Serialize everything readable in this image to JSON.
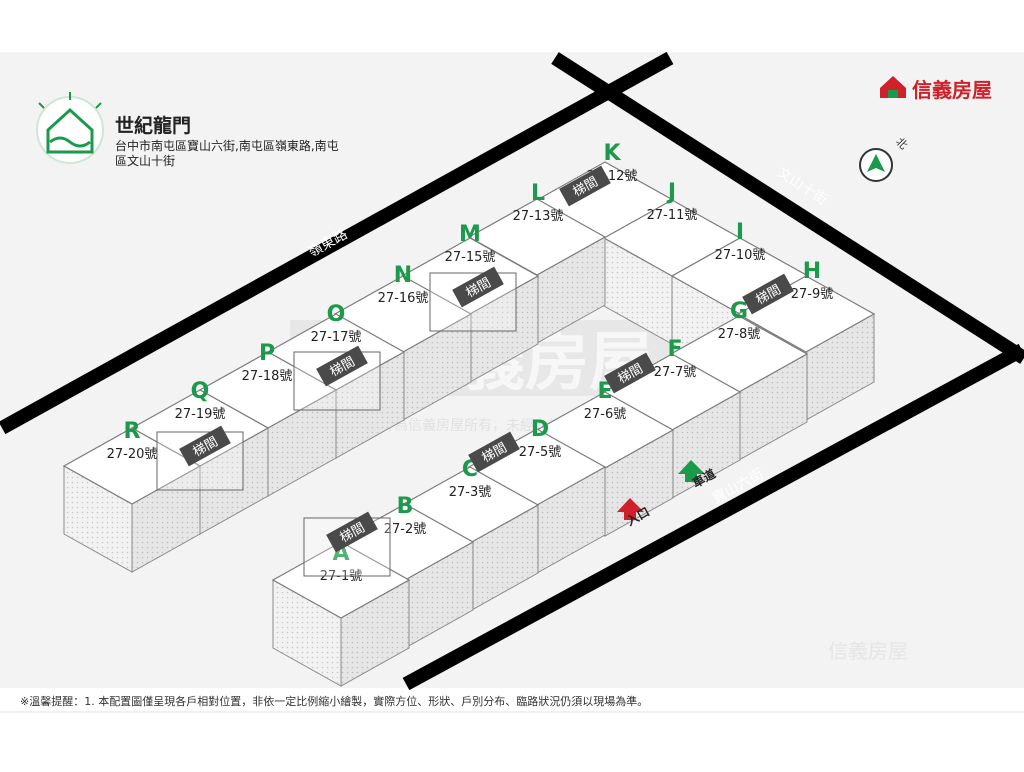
{
  "project": {
    "name": "世紀龍門",
    "address_line1": "台中市南屯區寶山六街,南屯區嶺東路,南屯",
    "address_line2": "區文山十街"
  },
  "brand": {
    "name": "信義房屋",
    "watermark_main": "信義房屋",
    "watermark_sub": "本圖片為信義房屋所有，未經允許請勿盜用，違者必究"
  },
  "compass": {
    "label": "北"
  },
  "roads": {
    "lingdong": "嶺東路",
    "wenshan": "文山十街",
    "baoshan": "寶山六街"
  },
  "markers": {
    "entrance": "入口",
    "ramp": "車道"
  },
  "stair_label": "梯間",
  "note": "※溫馨提醒：1. 本配置圖僅呈現各戶相對位置，非依一定比例縮小繪製，實際方位、形狀、戶別分布、臨路狀況仍須以現場為準。",
  "colors": {
    "letter": "#1a9a4a",
    "brand_red": "#d0212a",
    "brand_green": "#1a9a4a",
    "road": "#000000"
  },
  "buildings": [
    {
      "letter": "A",
      "number": "27-1號"
    },
    {
      "letter": "B",
      "number": "27-2號"
    },
    {
      "letter": "C",
      "number": "27-3號"
    },
    {
      "letter": "D",
      "number": "27-5號"
    },
    {
      "letter": "E",
      "number": "27-6號"
    },
    {
      "letter": "F",
      "number": "27-7號"
    },
    {
      "letter": "G",
      "number": "27-8號"
    },
    {
      "letter": "H",
      "number": "27-9號"
    },
    {
      "letter": "I",
      "number": "27-10號"
    },
    {
      "letter": "J",
      "number": "27-11號"
    },
    {
      "letter": "K",
      "number": "27-12號"
    },
    {
      "letter": "L",
      "number": "27-13號"
    },
    {
      "letter": "M",
      "number": "27-15號"
    },
    {
      "letter": "N",
      "number": "27-16號"
    },
    {
      "letter": "O",
      "number": "27-17號"
    },
    {
      "letter": "P",
      "number": "27-18號"
    },
    {
      "letter": "Q",
      "number": "27-19號"
    },
    {
      "letter": "R",
      "number": "27-20號"
    }
  ]
}
